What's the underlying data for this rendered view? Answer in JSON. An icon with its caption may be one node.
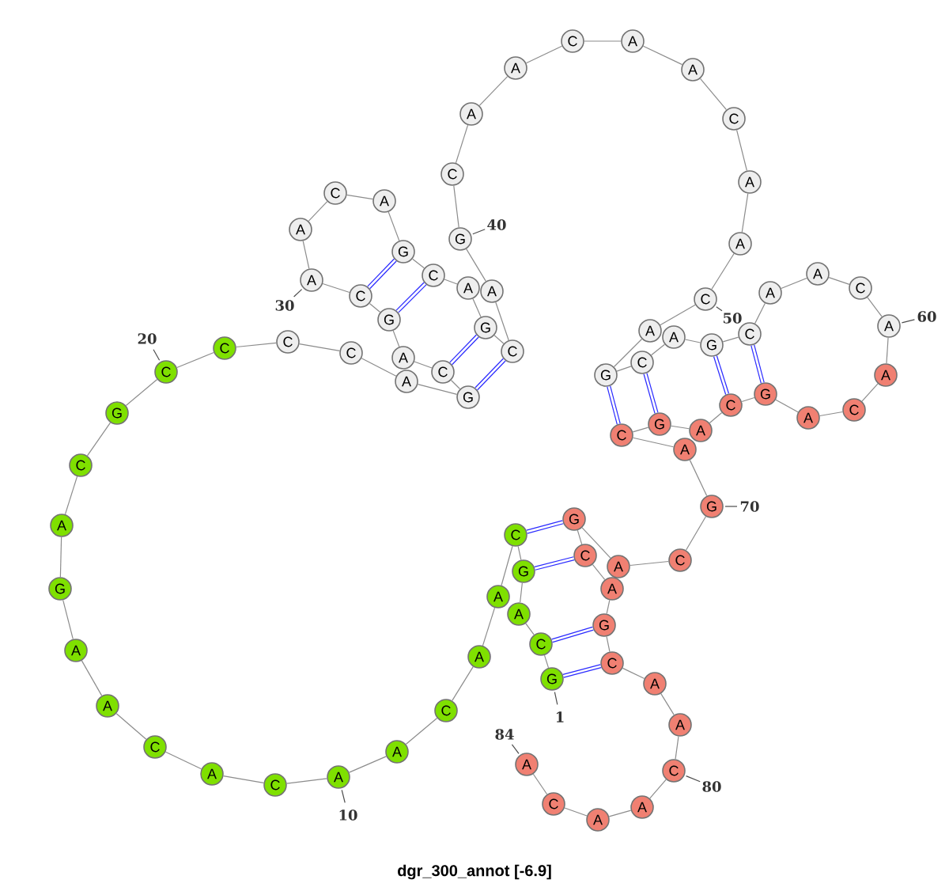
{
  "diagram": {
    "caption": "dgr_300_annot [-6.9]",
    "nodes": [
      {
        "text": [
          "G"
        ],
        "beside": [
          "1"
        ]
      },
      {
        "text": [
          "C"
        ]
      },
      {
        "text": [
          "A"
        ]
      },
      {
        "text": [
          "G"
        ]
      },
      {
        "text": [
          "C"
        ]
      },
      {
        "text": [
          "A"
        ]
      },
      {
        "text": [
          "A"
        ]
      },
      {
        "text": [
          "C"
        ]
      },
      {
        "text": [
          "A"
        ]
      },
      {
        "text": [
          "A"
        ],
        "beside": [
          "10"
        ]
      },
      {
        "text": [
          "C"
        ]
      },
      {
        "text": [
          "A"
        ]
      },
      {
        "text": [
          "C"
        ]
      },
      {
        "text": [
          "A"
        ]
      },
      {
        "text": [
          "A"
        ]
      },
      {
        "text": [
          "G"
        ]
      },
      {
        "text": [
          "A"
        ]
      },
      {
        "text": [
          "C"
        ]
      },
      {
        "text": [
          "G"
        ]
      },
      {
        "text": [
          "C"
        ],
        "beside": [
          "20"
        ]
      },
      {
        "text": [
          "C"
        ]
      },
      {
        "text": [
          "C"
        ]
      },
      {
        "text": [
          "C"
        ]
      },
      {
        "text": [
          "A"
        ]
      },
      {
        "text": [
          "G"
        ]
      },
      {
        "text": [
          "C"
        ]
      },
      {
        "text": [
          "A"
        ]
      },
      {
        "text": [
          "G"
        ]
      },
      {
        "text": [
          "C"
        ]
      },
      {
        "text": [
          "A"
        ],
        "beside": [
          "30"
        ]
      },
      {
        "text": [
          "A"
        ]
      },
      {
        "text": [
          "C"
        ]
      },
      {
        "text": [
          "A"
        ]
      },
      {
        "text": [
          "G"
        ]
      },
      {
        "text": [
          "C"
        ]
      },
      {
        "text": [
          "A"
        ]
      },
      {
        "text": [
          "G"
        ]
      },
      {
        "text": [
          "C"
        ]
      },
      {
        "text": [
          "A"
        ]
      },
      {
        "text": [
          "G"
        ],
        "beside": [
          "40"
        ]
      },
      {
        "text": [
          "C"
        ]
      },
      {
        "text": [
          "A"
        ]
      },
      {
        "text": [
          "A"
        ]
      },
      {
        "text": [
          "C"
        ]
      },
      {
        "text": [
          "A"
        ]
      },
      {
        "text": [
          "A"
        ]
      },
      {
        "text": [
          "C"
        ]
      },
      {
        "text": [
          "A"
        ]
      },
      {
        "text": [
          "A"
        ]
      },
      {
        "text": [
          "C"
        ],
        "beside": [
          "50"
        ]
      },
      {
        "text": [
          "A"
        ]
      },
      {
        "text": [
          "G"
        ]
      },
      {
        "text": [
          "C"
        ]
      },
      {
        "text": [
          "A"
        ]
      },
      {
        "text": [
          "G"
        ]
      },
      {
        "text": [
          "C"
        ]
      },
      {
        "text": [
          "A"
        ]
      },
      {
        "text": [
          "A"
        ]
      },
      {
        "text": [
          "C"
        ]
      },
      {
        "text": [
          "A"
        ],
        "beside": [
          "60"
        ]
      },
      {
        "text": [
          "A"
        ]
      },
      {
        "text": [
          "C"
        ]
      },
      {
        "text": [
          "A"
        ]
      },
      {
        "text": [
          "G"
        ]
      },
      {
        "text": [
          "C"
        ]
      },
      {
        "text": [
          "A"
        ]
      },
      {
        "text": [
          "G"
        ]
      },
      {
        "text": [
          "C"
        ]
      },
      {
        "text": [
          "A"
        ]
      },
      {
        "text": [
          "G"
        ],
        "beside": [
          "70"
        ]
      },
      {
        "text": [
          "C"
        ]
      },
      {
        "text": [
          "A"
        ]
      },
      {
        "text": [
          "G"
        ]
      },
      {
        "text": [
          "C"
        ]
      },
      {
        "text": [
          "A"
        ]
      },
      {
        "text": [
          "G"
        ]
      },
      {
        "text": [
          "C"
        ]
      },
      {
        "text": [
          "A"
        ]
      },
      {
        "text": [
          "A"
        ]
      },
      {
        "text": [
          "C"
        ],
        "beside": [
          "80"
        ]
      },
      {
        "text": [
          "A"
        ]
      },
      {
        "text": [
          "A"
        ]
      },
      {
        "text": [
          "C"
        ]
      },
      {
        "text": [
          "A"
        ],
        "beside": [
          "84"
        ]
      }
    ],
    "edges": [
      {
        "from": 0,
        "to": 1,
        "arrow": "none"
      },
      {
        "from": 1,
        "to": 2,
        "arrow": "none"
      },
      {
        "from": 2,
        "to": 3,
        "arrow": "none"
      },
      {
        "from": 3,
        "to": 4,
        "arrow": "none"
      },
      {
        "from": 4,
        "to": 5,
        "arrow": "none"
      },
      {
        "from": 5,
        "to": 6,
        "arrow": "none"
      },
      {
        "from": 6,
        "to": 7,
        "arrow": "none"
      },
      {
        "from": 7,
        "to": 8,
        "arrow": "none"
      },
      {
        "from": 8,
        "to": 9,
        "arrow": "none"
      },
      {
        "from": 9,
        "to": 10,
        "arrow": "none"
      },
      {
        "from": 10,
        "to": 11,
        "arrow": "none"
      },
      {
        "from": 11,
        "to": 12,
        "arrow": "none"
      },
      {
        "from": 12,
        "to": 13,
        "arrow": "none"
      },
      {
        "from": 13,
        "to": 14,
        "arrow": "none"
      },
      {
        "from": 14,
        "to": 15,
        "arrow": "none"
      },
      {
        "from": 15,
        "to": 16,
        "arrow": "none"
      },
      {
        "from": 16,
        "to": 17,
        "arrow": "none"
      },
      {
        "from": 17,
        "to": 18,
        "arrow": "none"
      },
      {
        "from": 18,
        "to": 19,
        "arrow": "none"
      },
      {
        "from": 19,
        "to": 20,
        "arrow": "none"
      },
      {
        "from": 20,
        "to": 21,
        "arrow": "none"
      },
      {
        "from": 21,
        "to": 22,
        "arrow": "none"
      },
      {
        "from": 22,
        "to": 23,
        "arrow": "none"
      },
      {
        "from": 23,
        "to": 24,
        "arrow": "none"
      },
      {
        "from": 24,
        "to": 25,
        "arrow": "none"
      },
      {
        "from": 25,
        "to": 26,
        "arrow": "none"
      },
      {
        "from": 26,
        "to": 27,
        "arrow": "none"
      },
      {
        "from": 27,
        "to": 28,
        "arrow": "none"
      },
      {
        "from": 28,
        "to": 29,
        "arrow": "none"
      },
      {
        "from": 29,
        "to": 30,
        "arrow": "none"
      },
      {
        "from": 30,
        "to": 31,
        "arrow": "none"
      },
      {
        "from": 31,
        "to": 32,
        "arrow": "none"
      },
      {
        "from": 32,
        "to": 33,
        "arrow": "none"
      },
      {
        "from": 33,
        "to": 34,
        "arrow": "none"
      },
      {
        "from": 34,
        "to": 35,
        "arrow": "none"
      },
      {
        "from": 35,
        "to": 36,
        "arrow": "none"
      },
      {
        "from": 36,
        "to": 37,
        "arrow": "none"
      },
      {
        "from": 37,
        "to": 38,
        "arrow": "none"
      },
      {
        "from": 38,
        "to": 39,
        "arrow": "none"
      },
      {
        "from": 39,
        "to": 40,
        "arrow": "none"
      },
      {
        "from": 40,
        "to": 41,
        "arrow": "none"
      },
      {
        "from": 41,
        "to": 42,
        "arrow": "none"
      },
      {
        "from": 42,
        "to": 43,
        "arrow": "none"
      },
      {
        "from": 43,
        "to": 44,
        "arrow": "none"
      },
      {
        "from": 44,
        "to": 45,
        "arrow": "none"
      },
      {
        "from": 45,
        "to": 46,
        "arrow": "none"
      },
      {
        "from": 46,
        "to": 47,
        "arrow": "none"
      },
      {
        "from": 47,
        "to": 48,
        "arrow": "none"
      },
      {
        "from": 48,
        "to": 49,
        "arrow": "none"
      },
      {
        "from": 49,
        "to": 50,
        "arrow": "none"
      },
      {
        "from": 50,
        "to": 51,
        "arrow": "none"
      },
      {
        "from": 51,
        "to": 52,
        "arrow": "none"
      },
      {
        "from": 52,
        "to": 53,
        "arrow": "none"
      },
      {
        "from": 53,
        "to": 54,
        "arrow": "none"
      },
      {
        "from": 54,
        "to": 55,
        "arrow": "none"
      },
      {
        "from": 55,
        "to": 56,
        "arrow": "none"
      },
      {
        "from": 56,
        "to": 57,
        "arrow": "none"
      },
      {
        "from": 57,
        "to": 58,
        "arrow": "none"
      },
      {
        "from": 58,
        "to": 59,
        "arrow": "none"
      },
      {
        "from": 59,
        "to": 60,
        "arrow": "none"
      },
      {
        "from": 60,
        "to": 61,
        "arrow": "none"
      },
      {
        "from": 61,
        "to": 62,
        "arrow": "none"
      },
      {
        "from": 62,
        "to": 63,
        "arrow": "none"
      },
      {
        "from": 63,
        "to": 64,
        "arrow": "none"
      },
      {
        "from": 64,
        "to": 65,
        "arrow": "none"
      },
      {
        "from": 65,
        "to": 66,
        "arrow": "none"
      },
      {
        "from": 66,
        "to": 67,
        "arrow": "none"
      },
      {
        "from": 67,
        "to": 68,
        "arrow": "none"
      },
      {
        "from": 68,
        "to": 69,
        "arrow": "none"
      },
      {
        "from": 69,
        "to": 70,
        "arrow": "none"
      },
      {
        "from": 70,
        "to": 71,
        "arrow": "none"
      },
      {
        "from": 71,
        "to": 72,
        "arrow": "none"
      },
      {
        "from": 72,
        "to": 73,
        "arrow": "none"
      },
      {
        "from": 73,
        "to": 74,
        "arrow": "none"
      },
      {
        "from": 74,
        "to": 75,
        "arrow": "none"
      },
      {
        "from": 75,
        "to": 76,
        "arrow": "none"
      },
      {
        "from": 76,
        "to": 77,
        "arrow": "none"
      },
      {
        "from": 77,
        "to": 78,
        "arrow": "none"
      },
      {
        "from": 78,
        "to": 79,
        "arrow": "none"
      },
      {
        "from": 79,
        "to": 80,
        "arrow": "none"
      },
      {
        "from": 80,
        "to": 81,
        "arrow": "none"
      },
      {
        "from": 81,
        "to": 82,
        "arrow": "none"
      },
      {
        "from": 82,
        "to": 83,
        "arrow": "none"
      },
      {
        "from": 0,
        "to": 76,
        "arrow": "none",
        "style": "thick",
        "color": "#2a2aff"
      },
      {
        "from": 1,
        "to": 75,
        "arrow": "none",
        "style": "thick",
        "color": "#2a2aff"
      },
      {
        "from": 3,
        "to": 73,
        "arrow": "none",
        "style": "thick",
        "color": "#2a2aff"
      },
      {
        "from": 4,
        "to": 72,
        "arrow": "none",
        "style": "thick",
        "color": "#2a2aff"
      },
      {
        "from": 24,
        "to": 37,
        "arrow": "none",
        "style": "thick",
        "color": "#2a2aff"
      },
      {
        "from": 25,
        "to": 36,
        "arrow": "none",
        "style": "thick",
        "color": "#2a2aff"
      },
      {
        "from": 27,
        "to": 34,
        "arrow": "none",
        "style": "thick",
        "color": "#2a2aff"
      },
      {
        "from": 28,
        "to": 33,
        "arrow": "none",
        "style": "thick",
        "color": "#2a2aff"
      },
      {
        "from": 51,
        "to": 67,
        "arrow": "none",
        "style": "thick",
        "color": "#2a2aff"
      },
      {
        "from": 52,
        "to": 66,
        "arrow": "none",
        "style": "thick",
        "color": "#2a2aff"
      },
      {
        "from": 54,
        "to": 64,
        "arrow": "none",
        "style": "thick",
        "color": "#2a2aff"
      },
      {
        "from": 55,
        "to": 63,
        "arrow": "none",
        "style": "thick",
        "color": "#2a2aff"
      }
    ]
  }
}
